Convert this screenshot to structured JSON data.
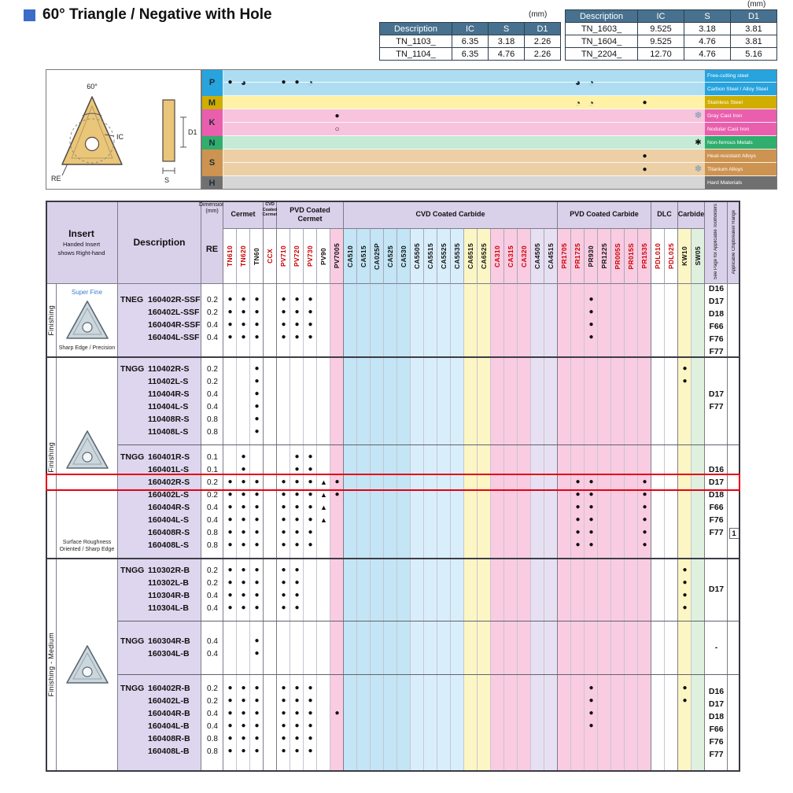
{
  "title": "60° Triangle / Negative with Hole",
  "unit_label": "(mm)",
  "spec_tables": [
    {
      "headers": [
        "Description",
        "IC",
        "S",
        "D1"
      ],
      "rows": [
        [
          "TN_1103_",
          "6.35",
          "3.18",
          "2.26"
        ],
        [
          "TN_1104_",
          "6.35",
          "4.76",
          "2.26"
        ]
      ]
    },
    {
      "headers": [
        "Description",
        "IC",
        "S",
        "D1"
      ],
      "rows": [
        [
          "TN_1603_",
          "9.525",
          "3.18",
          "3.81"
        ],
        [
          "TN_1604_",
          "9.525",
          "4.76",
          "3.81"
        ],
        [
          "TN_2204_",
          "12.70",
          "4.76",
          "5.16"
        ]
      ]
    }
  ],
  "diagram": {
    "angle": "60°",
    "re": "RE",
    "ic": "IC",
    "s": "S",
    "d1": "D1"
  },
  "symbols": {
    "dot": "●",
    "tri": "▲",
    "full": "●",
    "threeq": "◕",
    "quarter": "◔",
    "open": "○",
    "snow": "✽",
    "star": "✱"
  },
  "materials": [
    {
      "code": "P",
      "band_color": "#aeddf2",
      "accent_color": "#27a3de",
      "dots": {
        "TN610": "full",
        "TN620": "threeq",
        "PV710": "full",
        "PV720": "full",
        "PV730": "quarter",
        "PR1725": "threeq",
        "PR930": "quarter"
      },
      "rows": [
        {
          "label": "Free-cutting steel"
        },
        {
          "label": "Carbon Steel / Alloy Steel"
        }
      ]
    },
    {
      "code": "M",
      "band_color": "#fff1a6",
      "accent_color": "#cfae00",
      "rows": [
        {
          "label": "Stainless Steel",
          "dots": {
            "PR1725": "quarter",
            "PR930": "quarter",
            "PR1535": "full"
          }
        }
      ]
    },
    {
      "code": "K",
      "band_color": "#f7c3dd",
      "accent_color": "#e95fae",
      "rows": [
        {
          "label": "Gray Cast Iron",
          "dots": {
            "PV7005": "full",
            "SW05": "snow"
          }
        },
        {
          "label": "Nodular Cast Iron",
          "dots": {
            "PV7005": "open"
          }
        }
      ]
    },
    {
      "code": "N",
      "band_color": "#c5ead6",
      "accent_color": "#2fae6e",
      "rows": [
        {
          "label": "Non-ferrous Metals",
          "dots": {
            "SW05": "star"
          }
        }
      ]
    },
    {
      "code": "S",
      "band_color": "#eccfa5",
      "accent_color": "#cd9350",
      "rows": [
        {
          "label": "Heat-resistant Alloys",
          "dots": {
            "PR1535": "full"
          }
        },
        {
          "label": "Titanium Alloys",
          "dots": {
            "PR1535": "full",
            "SW05": "snow"
          }
        }
      ]
    },
    {
      "code": "H",
      "band_color": "#d6d6d6",
      "accent_color": "#707070",
      "rows": [
        {
          "label": "Hard Materials"
        }
      ]
    }
  ],
  "header": {
    "insert_title": "Insert",
    "insert_sub1": "Handed Insert",
    "insert_sub2": "shows Right-hand",
    "description": "Description",
    "dimension": "Dimension (mm)",
    "re": "RE",
    "see_page": "See Page for Applicable Toolholders",
    "chipbreaker_range": "Applicable Chipbreaker Range"
  },
  "grade_groups": [
    {
      "label": "Cermet",
      "cols": [
        {
          "id": "TN610",
          "text": "#cc0000",
          "bg": "#ffffff"
        },
        {
          "id": "TN620",
          "text": "#cc0000",
          "bg": "#ffffff"
        },
        {
          "id": "TN60",
          "text": "#111111",
          "bg": "#ffffff"
        }
      ]
    },
    {
      "label": "CVD Coated Cermet",
      "small": true,
      "cols": [
        {
          "id": "CCX",
          "text": "#cc0000",
          "bg": "#ffffff"
        }
      ]
    },
    {
      "label": "PVD Coated Cermet",
      "cols": [
        {
          "id": "PV710",
          "text": "#cc0000",
          "bg": "#ffffff"
        },
        {
          "id": "PV720",
          "text": "#cc0000",
          "bg": "#ffffff"
        },
        {
          "id": "PV730",
          "text": "#cc0000",
          "bg": "#ffffff"
        },
        {
          "id": "PV90",
          "text": "#111111",
          "bg": "#ffffff"
        },
        {
          "id": "PV7005",
          "text": "#111111",
          "bg": "#f9cce2"
        }
      ]
    },
    {
      "label": "CVD Coated Carbide",
      "cols": [
        {
          "id": "CA510",
          "text": "#111111",
          "bg": "#c3e5f5"
        },
        {
          "id": "CA515",
          "text": "#111111",
          "bg": "#c3e5f5"
        },
        {
          "id": "CA025P",
          "text": "#111111",
          "bg": "#c3e5f5"
        },
        {
          "id": "CA525",
          "text": "#111111",
          "bg": "#c3e5f5"
        },
        {
          "id": "CA530",
          "text": "#111111",
          "bg": "#c3e5f5"
        },
        {
          "id": "CA5505",
          "text": "#111111",
          "bg": "#d9eefb"
        },
        {
          "id": "CA5515",
          "text": "#111111",
          "bg": "#d9eefb"
        },
        {
          "id": "CA5525",
          "text": "#111111",
          "bg": "#d9eefb"
        },
        {
          "id": "CA5535",
          "text": "#111111",
          "bg": "#d9eefb"
        },
        {
          "id": "CA6515",
          "text": "#111111",
          "bg": "#fcf6c5"
        },
        {
          "id": "CA6525",
          "text": "#111111",
          "bg": "#fcf6c5"
        },
        {
          "id": "CA310",
          "text": "#cc0000",
          "bg": "#f9cce2"
        },
        {
          "id": "CA315",
          "text": "#cc0000",
          "bg": "#f9cce2"
        },
        {
          "id": "CA320",
          "text": "#cc0000",
          "bg": "#f9cce2"
        },
        {
          "id": "CA4505",
          "text": "#111111",
          "bg": "#e7e0f2"
        },
        {
          "id": "CA4515",
          "text": "#111111",
          "bg": "#e7e0f2"
        }
      ]
    },
    {
      "label": "PVD Coated Carbide",
      "cols": [
        {
          "id": "PR1705",
          "text": "#cc0000",
          "bg": "#f9cce2"
        },
        {
          "id": "PR1725",
          "text": "#cc0000",
          "bg": "#f9cce2"
        },
        {
          "id": "PR930",
          "text": "#111111",
          "bg": "#f9cce2"
        },
        {
          "id": "PR1225",
          "text": "#111111",
          "bg": "#f9cce2"
        },
        {
          "id": "PR005S",
          "text": "#cc0000",
          "bg": "#f9cce2"
        },
        {
          "id": "PR015S",
          "text": "#cc0000",
          "bg": "#f9cce2"
        },
        {
          "id": "PR1535",
          "text": "#cc0000",
          "bg": "#f9cce2"
        }
      ]
    },
    {
      "label": "DLC",
      "cols": [
        {
          "id": "PDL010",
          "text": "#cc0000",
          "bg": "#ffffff"
        },
        {
          "id": "PDL025",
          "text": "#cc0000",
          "bg": "#ffffff"
        }
      ]
    },
    {
      "label": "Carbide",
      "cols": [
        {
          "id": "KW10",
          "text": "#111111",
          "bg": "#fcf6c5"
        },
        {
          "id": "SW05",
          "text": "#111111",
          "bg": "#dff0df"
        }
      ]
    }
  ],
  "sections": [
    {
      "label": "Finishing",
      "image": {
        "caption_top": "Super Fine",
        "caption_bottom": "Sharp Edge / Precision"
      },
      "groups": [
        {
          "series": "TNEG",
          "pages": [
            "D16",
            "D17",
            "D18",
            "F66",
            "F76",
            "F77"
          ],
          "pad_top": 12,
          "pad_bottom": 16,
          "rows": [
            {
              "name": "160402R-SSF",
              "re": "0.2",
              "dots": {
                "TN610": "dot",
                "TN620": "dot",
                "TN60": "dot",
                "PV710": "dot",
                "PV720": "dot",
                "PV730": "dot",
                "PR930": "dot"
              }
            },
            {
              "name": "160402L-SSF",
              "re": "0.2",
              "dots": {
                "TN610": "dot",
                "TN620": "dot",
                "TN60": "dot",
                "PV710": "dot",
                "PV720": "dot",
                "PV730": "dot",
                "PR930": "dot"
              }
            },
            {
              "name": "160404R-SSF",
              "re": "0.4",
              "dots": {
                "TN610": "dot",
                "TN620": "dot",
                "TN60": "dot",
                "PV710": "dot",
                "PV720": "dot",
                "PV730": "dot",
                "PR930": "dot"
              }
            },
            {
              "name": "160404L-SSF",
              "re": "0.4",
              "dots": {
                "TN610": "dot",
                "TN620": "dot",
                "TN60": "dot",
                "PV710": "dot",
                "PV720": "dot",
                "PV730": "dot",
                "PR930": "dot"
              }
            }
          ]
        }
      ]
    },
    {
      "label": "Finishing",
      "image": {
        "caption_bottom": "Surface Roughness Oriented / Sharp Edge"
      },
      "groups": [
        {
          "series": "TNGG",
          "pages": [
            "D17",
            "F77"
          ],
          "pad_top": 8,
          "pad_bottom": 8,
          "rows": [
            {
              "name": "110402R-S",
              "re": "0.2",
              "dots": {
                "TN60": "dot",
                "KW10": "dot"
              }
            },
            {
              "name": "110402L-S",
              "re": "0.2",
              "dots": {
                "TN60": "dot",
                "KW10": "dot"
              }
            },
            {
              "name": "110404R-S",
              "re": "0.4",
              "dots": {
                "TN60": "dot"
              }
            },
            {
              "name": "110404L-S",
              "re": "0.4",
              "dots": {
                "TN60": "dot"
              }
            },
            {
              "name": "110408R-S",
              "re": "0.8",
              "dots": {
                "TN60": "dot"
              }
            },
            {
              "name": "110408L-S",
              "re": "0.8",
              "dots": {
                "TN60": "dot"
              }
            }
          ]
        },
        {
          "series": "TNGG",
          "pages": [
            "D16",
            "D17",
            "D18",
            "F66",
            "F76",
            "F77"
          ],
          "chip": "1",
          "highlight": 2,
          "pad_top": 8,
          "pad_bottom": 8,
          "rows": [
            {
              "name": "160401R-S",
              "re": "0.1",
              "dots": {
                "TN620": "dot",
                "PV720": "dot",
                "PV730": "dot"
              }
            },
            {
              "name": "160401L-S",
              "re": "0.1",
              "dots": {
                "TN620": "dot",
                "PV720": "dot",
                "PV730": "dot"
              }
            },
            {
              "name": "160402R-S",
              "re": "0.2",
              "dots": {
                "TN610": "dot",
                "TN620": "dot",
                "TN60": "dot",
                "PV710": "dot",
                "PV720": "dot",
                "PV730": "dot",
                "PV90": "tri",
                "PV7005": "dot",
                "PR1725": "dot",
                "PR930": "dot",
                "PR1535": "dot"
              }
            },
            {
              "name": "160402L-S",
              "re": "0.2",
              "dots": {
                "TN610": "dot",
                "TN620": "dot",
                "TN60": "dot",
                "PV710": "dot",
                "PV720": "dot",
                "PV730": "dot",
                "PV90": "tri",
                "PV7005": "dot",
                "PR1725": "dot",
                "PR930": "dot",
                "PR1535": "dot"
              }
            },
            {
              "name": "160404R-S",
              "re": "0.4",
              "dots": {
                "TN610": "dot",
                "TN620": "dot",
                "TN60": "dot",
                "PV710": "dot",
                "PV720": "dot",
                "PV730": "dot",
                "PV90": "tri",
                "PR1725": "dot",
                "PR930": "dot",
                "PR1535": "dot"
              }
            },
            {
              "name": "160404L-S",
              "re": "0.4",
              "dots": {
                "TN610": "dot",
                "TN620": "dot",
                "TN60": "dot",
                "PV710": "dot",
                "PV720": "dot",
                "PV730": "dot",
                "PV90": "tri",
                "PR1725": "dot",
                "PR930": "dot",
                "PR1535": "dot"
              }
            },
            {
              "name": "160408R-S",
              "re": "0.8",
              "dots": {
                "TN610": "dot",
                "TN620": "dot",
                "TN60": "dot",
                "PV710": "dot",
                "PV720": "dot",
                "PV730": "dot",
                "PR1725": "dot",
                "PR930": "dot",
                "PR1535": "dot"
              }
            },
            {
              "name": "160408L-S",
              "re": "0.8",
              "dots": {
                "TN610": "dot",
                "TN620": "dot",
                "TN60": "dot",
                "PV710": "dot",
                "PV720": "dot",
                "PV730": "dot",
                "PR1725": "dot",
                "PR930": "dot",
                "PR1535": "dot"
              }
            }
          ]
        }
      ]
    },
    {
      "label": "Finishing - Medium",
      "image": {},
      "groups": [
        {
          "series": "TNGG",
          "pages": [
            "D17"
          ],
          "pad_top": 8,
          "pad_bottom": 8,
          "rows": [
            {
              "name": "110302R-B",
              "re": "0.2",
              "dots": {
                "TN610": "dot",
                "TN620": "dot",
                "TN60": "dot",
                "PV710": "dot",
                "PV720": "dot",
                "KW10": "dot"
              }
            },
            {
              "name": "110302L-B",
              "re": "0.2",
              "dots": {
                "TN610": "dot",
                "TN620": "dot",
                "TN60": "dot",
                "PV710": "dot",
                "PV720": "dot",
                "KW10": "dot"
              }
            },
            {
              "name": "110304R-B",
              "re": "0.4",
              "dots": {
                "TN610": "dot",
                "TN620": "dot",
                "TN60": "dot",
                "PV710": "dot",
                "PV720": "dot",
                "KW10": "dot"
              }
            },
            {
              "name": "110304L-B",
              "re": "0.4",
              "dots": {
                "TN610": "dot",
                "TN620": "dot",
                "TN60": "dot",
                "PV710": "dot",
                "PV720": "dot",
                "KW10": "dot"
              }
            }
          ]
        },
        {
          "series": "TNGG",
          "pages": [
            "-"
          ],
          "pad_top": 18,
          "pad_bottom": 18,
          "rows": [
            {
              "name": "160304R-B",
              "re": "0.4",
              "dots": {
                "TN60": "dot"
              }
            },
            {
              "name": "160304L-B",
              "re": "0.4",
              "dots": {
                "TN60": "dot"
              }
            }
          ]
        },
        {
          "series": "TNGG",
          "pages": [
            "D16",
            "D17",
            "D18",
            "F66",
            "F76",
            "F77"
          ],
          "pad_top": 10,
          "pad_bottom": 18,
          "rows": [
            {
              "name": "160402R-B",
              "re": "0.2",
              "dots": {
                "TN610": "dot",
                "TN620": "dot",
                "TN60": "dot",
                "PV710": "dot",
                "PV720": "dot",
                "PV730": "dot",
                "PR930": "dot",
                "KW10": "dot"
              }
            },
            {
              "name": "160402L-B",
              "re": "0.2",
              "dots": {
                "TN610": "dot",
                "TN620": "dot",
                "TN60": "dot",
                "PV710": "dot",
                "PV720": "dot",
                "PV730": "dot",
                "PR930": "dot",
                "KW10": "dot"
              }
            },
            {
              "name": "160404R-B",
              "re": "0.4",
              "dots": {
                "TN610": "dot",
                "TN620": "dot",
                "TN60": "dot",
                "PV710": "dot",
                "PV720": "dot",
                "PV730": "dot",
                "PV7005": "dot",
                "PR930": "dot"
              }
            },
            {
              "name": "160404L-B",
              "re": "0.4",
              "dots": {
                "TN610": "dot",
                "TN620": "dot",
                "TN60": "dot",
                "PV710": "dot",
                "PV720": "dot",
                "PV730": "dot",
                "PR930": "dot"
              }
            },
            {
              "name": "160408R-B",
              "re": "0.8",
              "dots": {
                "TN610": "dot",
                "TN620": "dot",
                "TN60": "dot",
                "PV710": "dot",
                "PV720": "dot",
                "PV730": "dot"
              }
            },
            {
              "name": "160408L-B",
              "re": "0.8",
              "dots": {
                "TN610": "dot",
                "TN620": "dot",
                "TN60": "dot",
                "PV710": "dot",
                "PV720": "dot",
                "PV730": "dot"
              }
            }
          ]
        }
      ]
    }
  ]
}
